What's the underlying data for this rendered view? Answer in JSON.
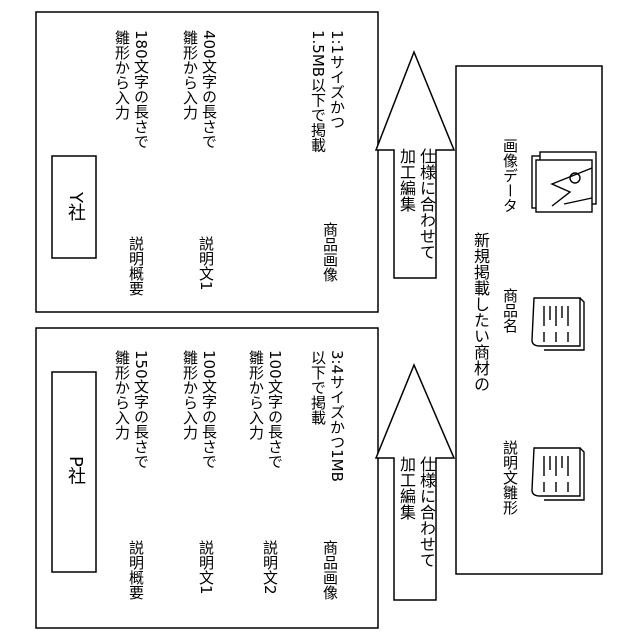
{
  "y_company": {
    "name": "Y社",
    "rows": [
      {
        "label": "説明概要",
        "lines": [
          "180文字の長さで",
          "雛形から入力"
        ]
      },
      {
        "label": "説明文1",
        "lines": [
          "400文字の長さで",
          "雛形から入力"
        ]
      },
      {
        "label": "商品画像",
        "lines": [
          "1:1サイズかつ",
          "1.5MB以下で掲載"
        ]
      }
    ]
  },
  "p_company": {
    "name": "P社",
    "rows": [
      {
        "label": "説明概要",
        "lines": [
          "150文字の長さで",
          "雛形から入力"
        ]
      },
      {
        "label": "説明文1",
        "lines": [
          "100文字の長さで",
          "雛形から入力"
        ]
      },
      {
        "label": "説明文2",
        "lines": [
          "100文字の長さで",
          "雛形から入力"
        ]
      },
      {
        "label": "商品画像",
        "lines": [
          "3:4サイズかつ1MB",
          "以下で掲載"
        ]
      }
    ]
  },
  "arrows": {
    "to_y": [
      "仕様に合わせて",
      "加工編集"
    ],
    "to_p": [
      "仕様に合わせて",
      "加工編集"
    ]
  },
  "source": {
    "title": "新規掲載したい商材の",
    "items": [
      {
        "label": "画像データ",
        "icon": "image-icon"
      },
      {
        "label": "商品名",
        "icon": "document-icon"
      },
      {
        "label": "説明文雛形",
        "icon": "document-icon"
      }
    ]
  }
}
